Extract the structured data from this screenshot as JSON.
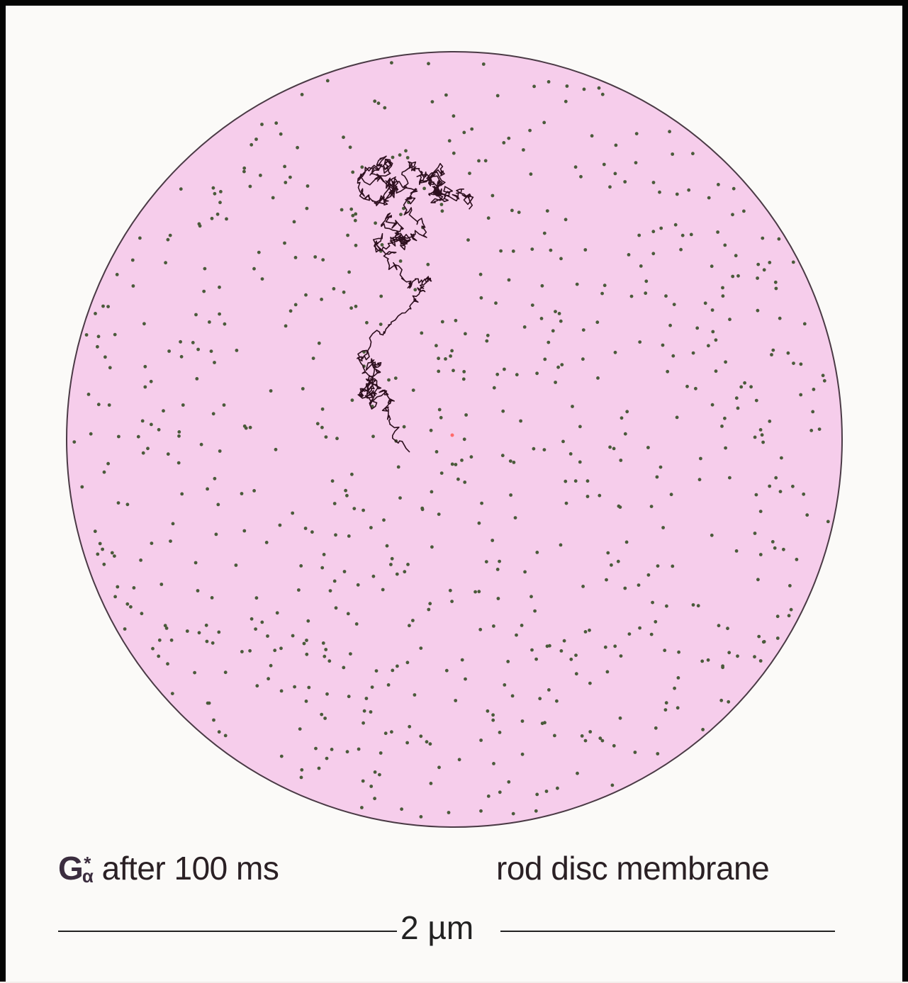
{
  "figure": {
    "label_symbol": "G",
    "label_symbol_sub": "α",
    "label_symbol_sup": "*",
    "label_text": " after 100 ms",
    "membrane_label": "rod disc membrane",
    "scale_bar": "2 µm"
  },
  "colors": {
    "membrane_fill": "#f6cdeb",
    "membrane_edge": "#4a3a45",
    "molecule_dot": "#4a5a3a",
    "trajectory": "#2d0f1e",
    "marker": "#ff6b6b"
  }
}
